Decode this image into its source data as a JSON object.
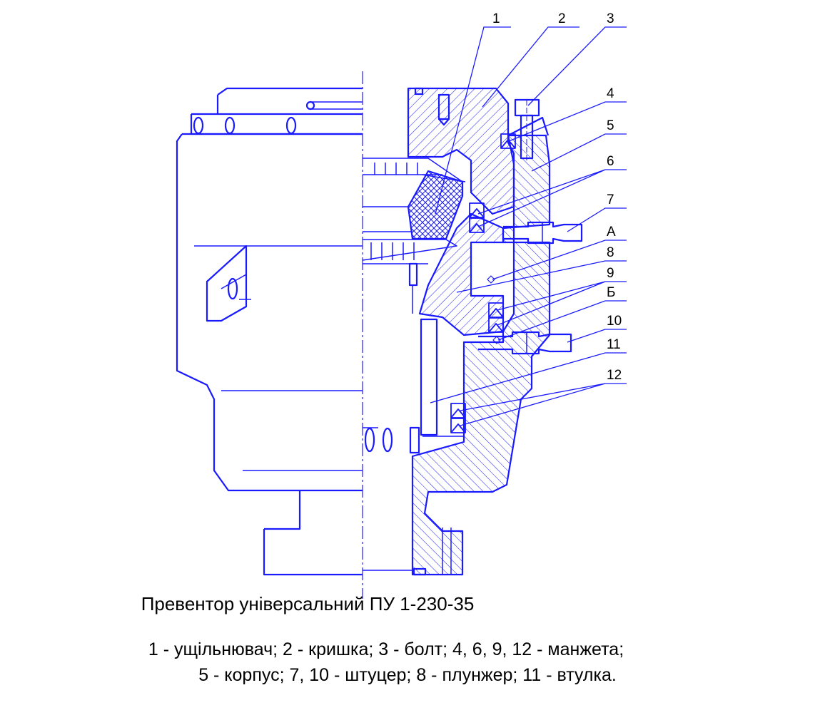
{
  "colors": {
    "line": "#1a1aff",
    "hatch": "#1a1aff",
    "text": "#000000",
    "background": "#ffffff"
  },
  "callouts": [
    "1",
    "2",
    "3",
    "4",
    "5",
    "6",
    "7",
    "А",
    "8",
    "9",
    "Б",
    "10",
    "11",
    "12"
  ],
  "title": "Превентор універсальний ПУ 1-230-35",
  "legend": [
    "1 - ущільнювач; 2 - кришка; 3 - болт; 4, 6, 9, 12 - манжета;",
    "5 - корпус; 7, 10 - штуцер; 8 - плунжер; 11 - втулка."
  ]
}
